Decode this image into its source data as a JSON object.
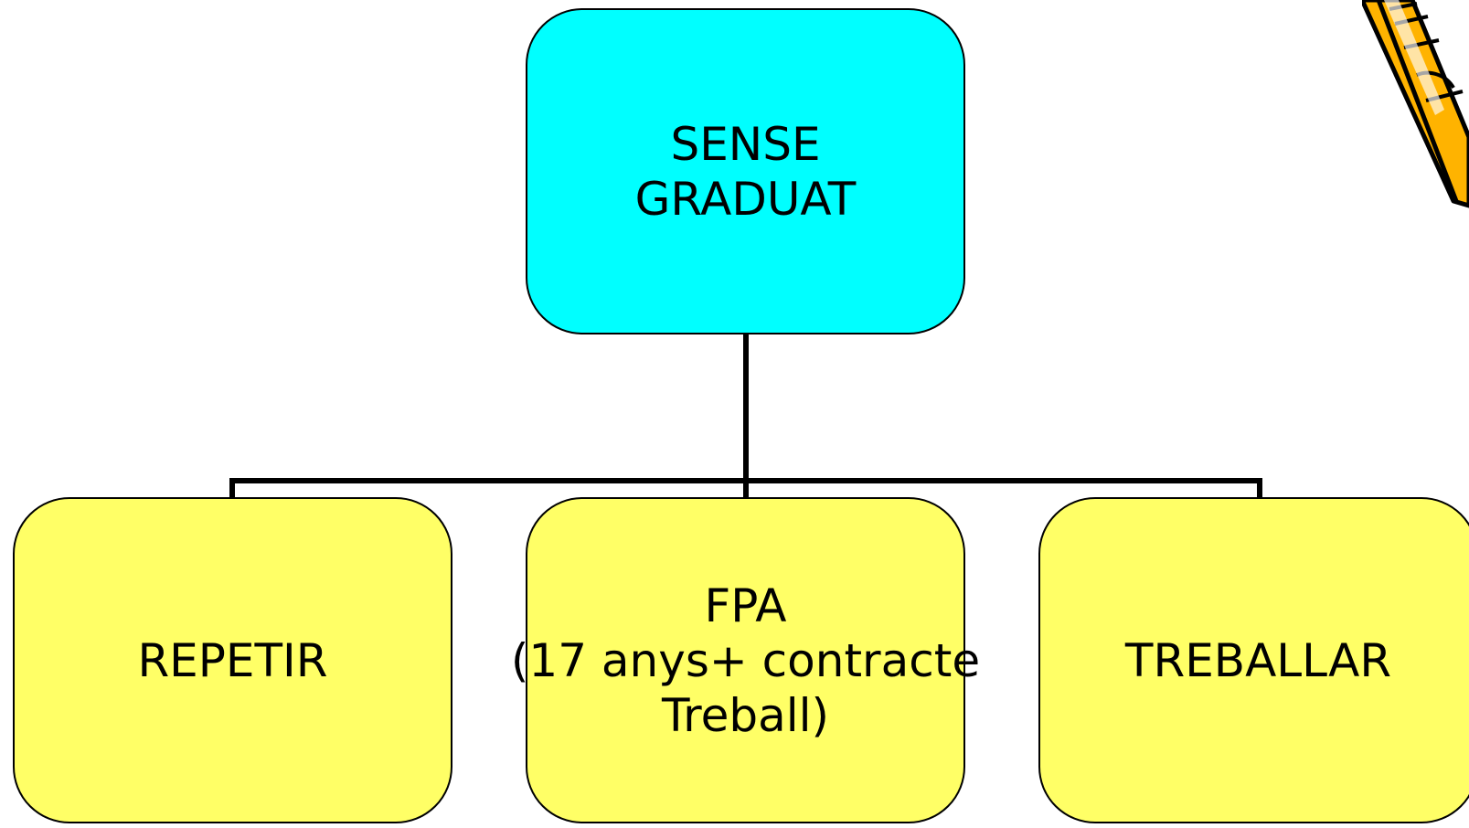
{
  "colors": {
    "root_fill": "#00FFFF",
    "child_fill": "#FFFF66",
    "border": "#000000",
    "pencil_fill": "#FFB300"
  },
  "decoration": {
    "icon": "pencil-icon"
  },
  "diagram": {
    "root": {
      "lines": [
        "SENSE",
        "GRADUAT"
      ]
    },
    "children": [
      {
        "lines": [
          "REPETIR"
        ]
      },
      {
        "lines": [
          "FPA",
          "(17 anys+ contracte",
          "Treball)"
        ]
      },
      {
        "lines": [
          "TREBALLAR"
        ]
      }
    ]
  }
}
